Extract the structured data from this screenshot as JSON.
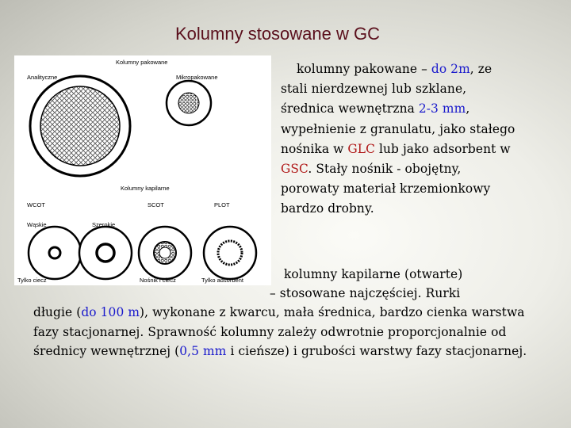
{
  "title": "Kolumny stosowane w GC",
  "figure": {
    "packed_title": "Kolumny pakowane",
    "analytical_label": "Analityczne",
    "micropacked_label": "Mikropakowane",
    "capillary_title": "Kolumny kapilarne",
    "wcot_label": "WCOT",
    "scot_label": "SCOT",
    "plot_label": "PLOT",
    "narrow_label": "Wąskie",
    "wide_label": "Szerokie",
    "liquid_only_label": "Tylko ciecz",
    "support_liquid_label": "Nośnik i ciecz",
    "adsorbent_only_label": "Tylko adsorbent"
  },
  "para1": {
    "t1": "kolumny pakowane – ",
    "h1": "do 2m",
    "t2": ", ze stali nierdzewnej lub szklane, średnica wewnętrzna ",
    "h2": "2-3 mm",
    "t3": ", wypełnienie z granulatu, jako stałego nośnika w ",
    "h3": "GLC",
    "t4": " lub jako adsorbent w ",
    "h4": "GSC",
    "t5": ". Stały nośnik - obojętny, porowaty materiał krzemionkowy bardzo drobny."
  },
  "para2": {
    "line1": "kolumny kapilarne (otwarte)",
    "line2": "– stosowane najczęściej. Rurki",
    "t1": "długie (",
    "h1": "do 100 m",
    "t2": "), wykonane z kwarcu, mała średnica, bardzo cienka warstwa fazy stacjonarnej. Sprawność kolumny zależy odwrotnie proporcjonalnie od średnicy wewnętrznej (",
    "h2": "0,5 mm",
    "t3": " i cieńsze) i grubości warstwy fazy stacjonarnej."
  }
}
